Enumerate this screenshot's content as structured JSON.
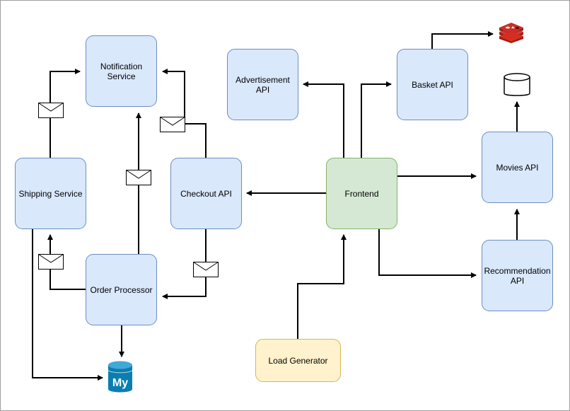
{
  "nodes": {
    "notification": "Notification\nService",
    "advertisement": "Advertisement\nAPI",
    "basket": "Basket API",
    "shipping": "Shipping Service",
    "checkout": "Checkout API",
    "frontend": "Frontend",
    "movies": "Movies API",
    "order_processor": "Order Processor",
    "recommendation": "Recommendation\nAPI",
    "load_generator": "Load Generator"
  },
  "icons": {
    "message": "envelope-icon",
    "database": "cylinder-database-icon",
    "redis": "redis-icon",
    "mysql": "mysql-icon"
  },
  "colors": {
    "service_fill": "#dae8fc",
    "service_stroke": "#6c8ebf",
    "frontend_fill": "#d5e8d4",
    "frontend_stroke": "#82b366",
    "generator_fill": "#fff2cc",
    "generator_stroke": "#d6b656",
    "edge": "#000000",
    "redis": "#c6302b",
    "mysql": "#00758f"
  }
}
